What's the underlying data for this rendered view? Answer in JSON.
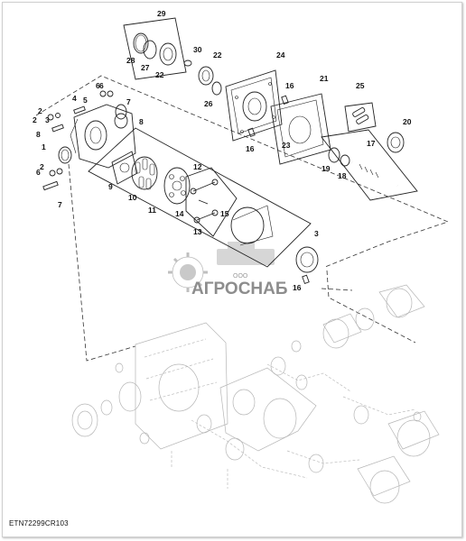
{
  "drawing_code": "ETN72299CR103",
  "watermark": {
    "company_small": "ООО",
    "company": "АГРОСНАБ"
  },
  "part_labels": [
    "29",
    "30",
    "22",
    "24",
    "28",
    "27",
    "22",
    "26",
    "21",
    "16",
    "25",
    "20",
    "4",
    "6",
    "5",
    "2",
    "3",
    "7",
    "2",
    "8",
    "1",
    "8",
    "6",
    "2",
    "6",
    "7",
    "9",
    "10",
    "11",
    "12",
    "14",
    "13",
    "15",
    "23",
    "16",
    "17",
    "19",
    "18",
    "3",
    "16"
  ]
}
